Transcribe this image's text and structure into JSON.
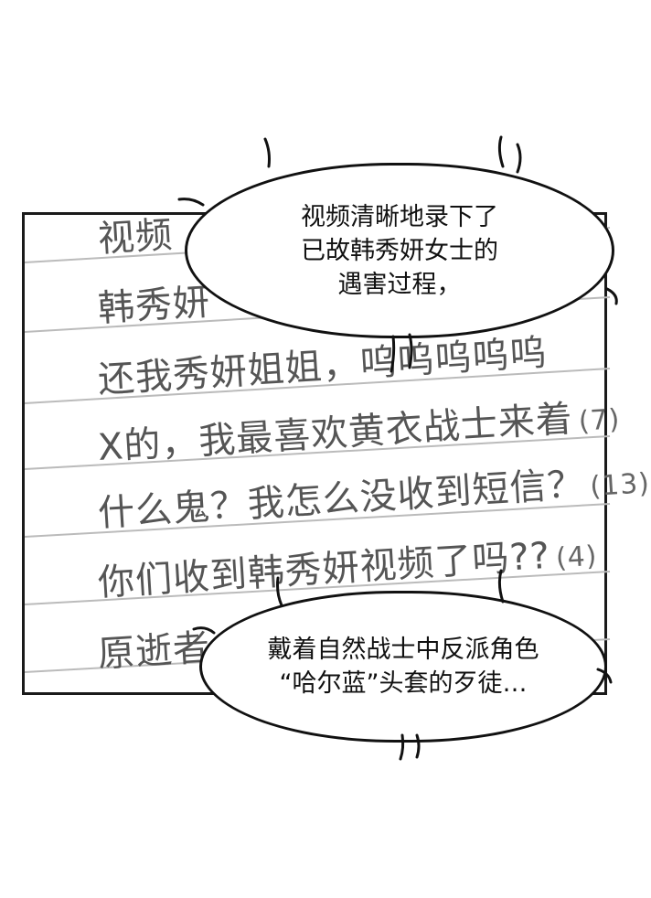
{
  "panel": {
    "comments": [
      {
        "text": "视频",
        "count": ""
      },
      {
        "text": "韩秀妍",
        "count": ""
      },
      {
        "text": "还我秀妍姐姐，呜呜呜呜呜",
        "count": ""
      },
      {
        "text": "X的，我最喜欢黄衣战士来着",
        "count": "(7)"
      },
      {
        "text": "什么鬼？我怎么没收到短信？",
        "count": "(13)"
      },
      {
        "text": "你们收到韩秀妍视频了吗??",
        "count": "(4)"
      },
      {
        "text": "原逝者",
        "count": ""
      }
    ]
  },
  "bubble_top": {
    "lines": [
      "视频清晰地录下了",
      "已故韩秀妍女士的",
      "遇害过程，"
    ]
  },
  "bubble_bottom": {
    "lines": [
      "戴着自然战士中反派角色",
      "“哈尔蓝”头套的歹徒…"
    ]
  }
}
